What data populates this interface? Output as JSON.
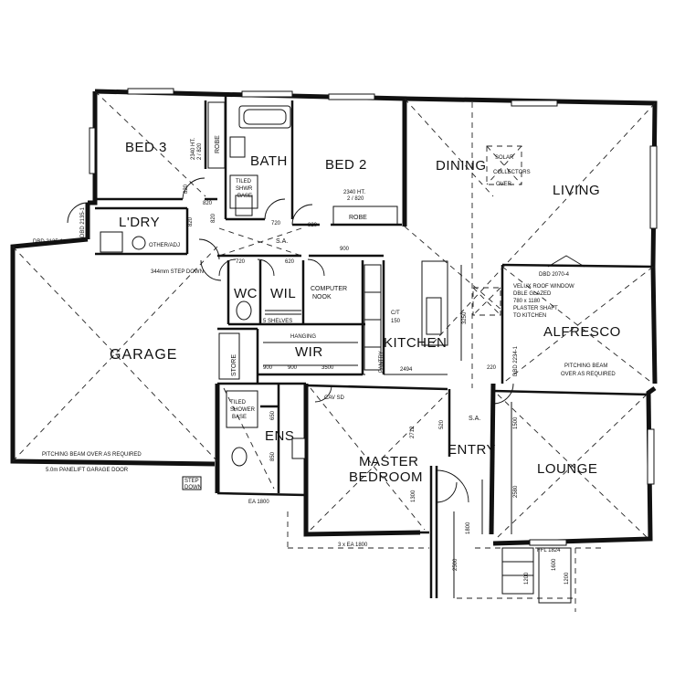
{
  "rooms": {
    "bed3": "BED 3",
    "bath": "BATH",
    "bed2": "BED 2",
    "dining": "DINING",
    "living": "LIVING",
    "ldry": "L'DRY",
    "alfresco": "ALFRESCO",
    "garage": "GARAGE",
    "wc": "WC",
    "wil": "WIL",
    "computer_nook": [
      "COMPUTER",
      "NOOK"
    ],
    "kitchen": "KITCHEN",
    "wir": "WIR",
    "master_bedroom": [
      "MASTER",
      "BEDROOM"
    ],
    "entry": "ENTRY",
    "lounge": "LOUNGE",
    "ens": "ENS",
    "store": "STORE",
    "robe_bed3": "ROBE",
    "robe_bed2": "ROBE",
    "pantry": "PANTRY"
  },
  "annotations": {
    "bed3_ceiling": [
      "2340 HT.",
      "2 / 820"
    ],
    "bed2_ceiling": [
      "2340 HT.",
      "2 / 820"
    ],
    "solar": [
      "SOLAR",
      "COLLECTORS",
      "OVER"
    ],
    "step_down": "344mm STEP DOWN",
    "velux": [
      "VELUX ROOF WINDOW",
      "DBLE GLAZED",
      "780 x 1180",
      "PLASTER SHAFT",
      "TO KITCHEN"
    ],
    "pitching_alfresco": [
      "PITCHING BEAM",
      "OVER AS REQUIRED"
    ],
    "pitching_garage": "PITCHING BEAM OVER AS REQUIRED",
    "garage_door": "5.0m PANELIFT GARAGE DOOR",
    "shelves": "5 SHELVES",
    "hanging": "HANGING",
    "ct": [
      "C/T",
      "150"
    ],
    "sa_hall": "S.A.",
    "sa_entry": "S.A.",
    "cav_sd": "CAV SD",
    "ea_1800": "EA 1800",
    "three_ea_1800": "3 x EA 1800",
    "ffl": "FFL 1824",
    "ens_tiled": [
      "TILED",
      "SHOWER",
      "BASE"
    ],
    "bath_tiled": [
      "TILED",
      "SHWR",
      "BASE"
    ],
    "ldry_tub": "OTHER/ADJ",
    "dbd_ldry": "DBD 2135-1",
    "dbd_side": "DBD 2135-1",
    "dbd_alfresco": "DBD 2070-4",
    "dbd_alfresco_side": "DBD 2234-1",
    "step_left": [
      "STEP",
      "DOWN"
    ]
  },
  "dimensions": {
    "d820_a": "820",
    "d820_b": "820",
    "d820_c": "820",
    "d820_d": "820",
    "d720_a": "720",
    "d720_b": "720",
    "d820_hall": "820",
    "d620": "620",
    "d900": "900",
    "d900_b": "900",
    "d3500": "3500",
    "d2494": "2494",
    "d220": "220",
    "d3250": "3250",
    "d1500": "1500",
    "d2580": "2580",
    "d2712": "2712",
    "d1800": "1800",
    "d2500": "2500",
    "d520": "520",
    "d650": "650",
    "d850": "850",
    "d900_wir": "900",
    "d1200": "1200",
    "d1200_b": "1200",
    "d1600": "1600",
    "d1300": "1300"
  },
  "colors": {
    "ink": "#111111",
    "paper": "#ffffff"
  }
}
